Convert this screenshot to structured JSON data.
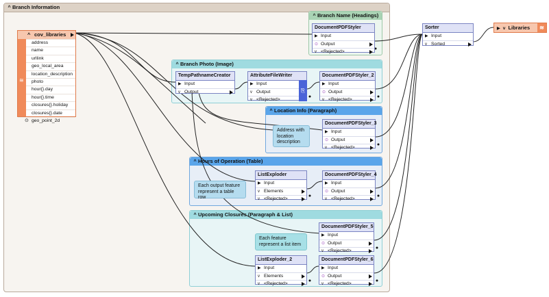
{
  "bookmarks": {
    "main": "Branch Information",
    "branch_name": "Branch Name (Headings)",
    "branch_photo": "Branch Photo (Image)",
    "location_info": "Location Info (Paragraph)",
    "hours": "Hours of Operation (Table)",
    "closures": "Upcoming Closures (Paragraph & List)"
  },
  "reader": {
    "name": "cov_libraries",
    "attributes": [
      "address",
      "name",
      "urllink",
      "geo_local_area",
      "location_description",
      "photo",
      "hour{}.day",
      "hour{}.time",
      "closures{}.holiday",
      "closures{}.date",
      "geo_point_2d"
    ]
  },
  "transformers": {
    "styler1": {
      "name": "DocumentPDFStyler",
      "ports": [
        "Input",
        "Output",
        "<Rejected>"
      ]
    },
    "temppath": {
      "name": "TempPathnameCreator",
      "ports": [
        "Input",
        "Output"
      ]
    },
    "attrwriter": {
      "name": "AttributeFileWriter",
      "ports": [
        "Input",
        "Output",
        "<Rejected>"
      ]
    },
    "styler2": {
      "name": "DocumentPDFStyler_2",
      "ports": [
        "Input",
        "Output",
        "<Rejected>"
      ]
    },
    "styler3": {
      "name": "DocumentPDFStyler_3",
      "ports": [
        "Input",
        "Output",
        "<Rejected>"
      ]
    },
    "listexploder": {
      "name": "ListExploder",
      "ports": [
        "Input",
        "Elements",
        "<Rejected>"
      ]
    },
    "styler4": {
      "name": "DocumentPDFStyler_4",
      "ports": [
        "Input",
        "Output",
        "<Rejected>"
      ]
    },
    "styler5": {
      "name": "DocumentPDFStyler_5",
      "ports": [
        "Input",
        "Output",
        "<Rejected>"
      ]
    },
    "listexploder2": {
      "name": "ListExploder_2",
      "ports": [
        "Input",
        "Elements",
        "<Rejected>"
      ]
    },
    "styler6": {
      "name": "DocumentPDFStyler_6",
      "ports": [
        "Input",
        "Output",
        "<Rejected>"
      ]
    },
    "sorter": {
      "name": "Sorter",
      "ports": [
        "Input",
        "Sorted"
      ]
    }
  },
  "writer": {
    "name": "Libraries"
  },
  "annotations": {
    "location": "Address with location description",
    "hours": "Each output feature represent a table row",
    "closures": "Each feature represent a list item"
  }
}
